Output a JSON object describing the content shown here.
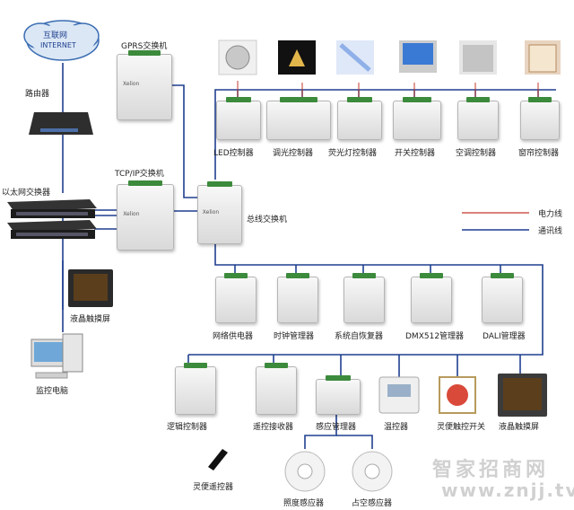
{
  "internet": {
    "line1": "互联网",
    "line2": "INTERNET"
  },
  "router": {
    "label": "路由器"
  },
  "gprs": {
    "label": "GPRS交换机"
  },
  "tcpip": {
    "label": "TCP/IP交换机"
  },
  "ethernet": {
    "label": "以太网交换器"
  },
  "lcd_left": {
    "label": "液晶触摸屏"
  },
  "monitor_pc": {
    "label": "监控电脑"
  },
  "bus_switch": {
    "label": "总线交换机"
  },
  "brand": "Xelion",
  "legend": {
    "power": "电力线",
    "comm": "通讯线"
  },
  "colors": {
    "power": "#c0392b",
    "comm": "#1f3f8f"
  },
  "row1": [
    "LED控制器",
    "调光控制器",
    "荧光灯控制器",
    "开关控制器",
    "空调控制器",
    "窗帘控制器"
  ],
  "row2": [
    "网络供电器",
    "时钟管理器",
    "系统自恢复器",
    "DMX512管理器",
    "DALI管理器"
  ],
  "row3": [
    "逻辑控制器",
    "遥控接收器",
    "感应管理器",
    "温控器",
    "灵便触控开关",
    "液晶触摸屏"
  ],
  "remote": {
    "label": "灵便遥控器"
  },
  "sensors": [
    "照度感应器",
    "占空感应器"
  ],
  "watermark": {
    "cn": "智家招商网",
    "en": "www.znjj.tv"
  }
}
